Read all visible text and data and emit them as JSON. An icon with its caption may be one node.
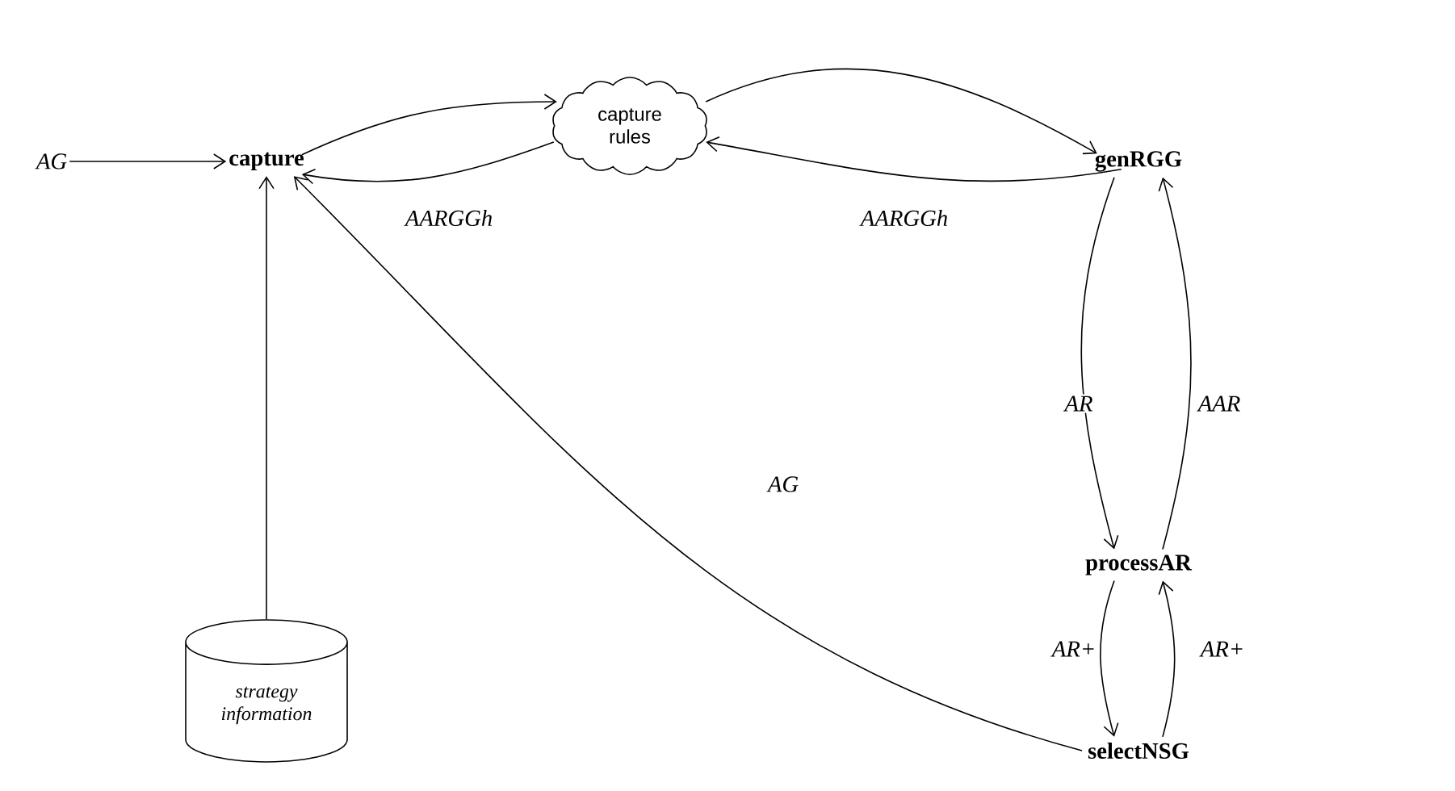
{
  "diagram": {
    "nodes": [
      {
        "text": [
          "AG"
        ]
      },
      {
        "text": [
          "capture"
        ]
      },
      {
        "text": [
          "capture rules"
        ]
      },
      {
        "text": [
          "genRGG"
        ]
      },
      {
        "text": [
          "processAR"
        ]
      },
      {
        "text": [
          "selectNSG"
        ]
      },
      {
        "text": [
          "strategy information"
        ]
      }
    ],
    "edges": [
      {
        "from": 0,
        "to": 1,
        "arrow": "to"
      },
      {
        "from": 1,
        "to": 2,
        "arrow": "to"
      },
      {
        "from": 2,
        "to": 1,
        "arrow": "to",
        "label": "AARGGh"
      },
      {
        "from": 2,
        "to": 3,
        "arrow": "to"
      },
      {
        "from": 3,
        "to": 2,
        "arrow": "to",
        "label": "AARGGh"
      },
      {
        "from": 3,
        "to": 4,
        "arrow": "to",
        "label": "AR"
      },
      {
        "from": 4,
        "to": 3,
        "arrow": "to",
        "label": "AAR"
      },
      {
        "from": 4,
        "to": 5,
        "arrow": "to",
        "label": "AR+"
      },
      {
        "from": 5,
        "to": 4,
        "arrow": "to",
        "label": "AR+"
      },
      {
        "from": 5,
        "to": 1,
        "arrow": "to",
        "label": "AG"
      },
      {
        "from": 6,
        "to": 1,
        "arrow": "to"
      }
    ]
  }
}
